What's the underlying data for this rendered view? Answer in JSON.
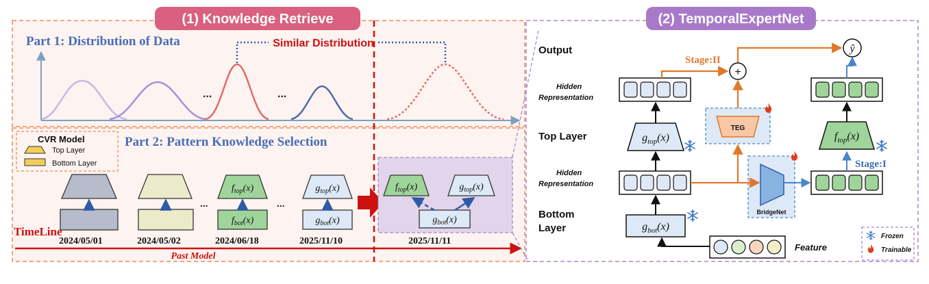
{
  "part1": {
    "banner": "(1) Knowledge Retrieve",
    "dist_title": "Part 1: Distribution of Data",
    "similar_label": "Similar Distribution",
    "ellipsis": "...",
    "legend_title": "CVR Model",
    "legend_top": "Top Layer",
    "legend_bottom": "Bottom Layer",
    "pattern_title": "Part 2: Pattern Knowledge Selection",
    "fn_ftop": "f",
    "fn_fbot": "f",
    "fn_gtop": "g",
    "fn_gbot": "g",
    "sub_top": "top",
    "sub_bot": "bot",
    "arg": "(x)",
    "timeline_label": "TimeLine",
    "dates": [
      "2024/05/01",
      "2024/05/02",
      "2024/06/18",
      "2025/11/10",
      "2025/11/11"
    ],
    "past_model": "Past Model"
  },
  "part2": {
    "banner": "(2) TemporalExpertNet",
    "output": "Output",
    "hidden1": "Hidden",
    "repr": "Representation",
    "top_layer": "Top Layer",
    "bottom": "Bottom",
    "layer": "Layer",
    "stage2": "Stage:II",
    "stage1": "Stage:I",
    "teg": "TEG",
    "bridgenet": "BridgeNet",
    "feature": "Feature",
    "frozen": "Frozen",
    "trainable": "Trainable",
    "plus": "+",
    "yhat": "ŷ"
  },
  "colors": {
    "banner1": "#d9607e",
    "banner2": "#a879c9",
    "panel_border": "#ee8a5a",
    "right_border": "#a886cc",
    "red": "#cc1111",
    "blue_text": "#4a6db8",
    "orange": "#e0782a",
    "ice": "#3a78c8",
    "flame": "#e23a1a",
    "green_fill": "#9fd59b",
    "ice_fill": "#dde9f6",
    "gray_fill": "#b6bccb",
    "cream_fill": "#ecebc9"
  }
}
